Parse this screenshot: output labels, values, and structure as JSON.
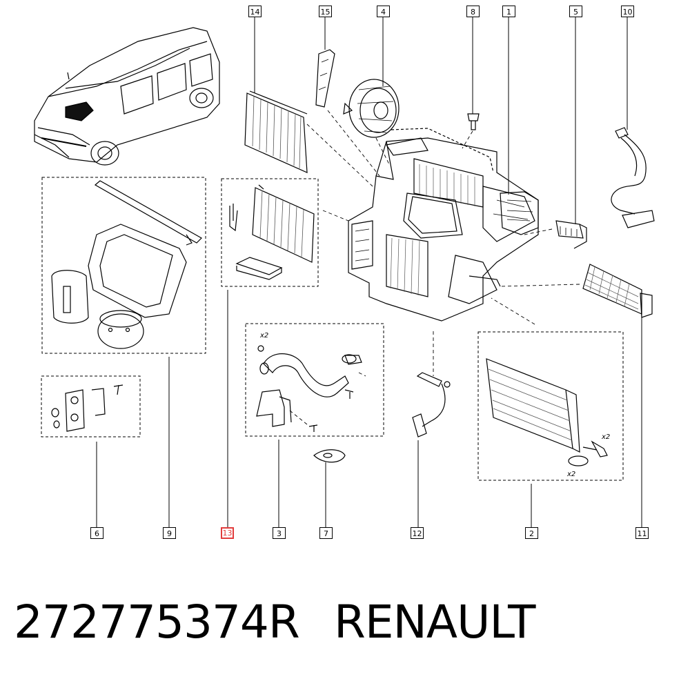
{
  "callouts": {
    "c14": "14",
    "c15": "15",
    "c4": "4",
    "c8": "8",
    "c1": "1",
    "c5": "5",
    "c10": "10",
    "c6": "6",
    "c9": "9",
    "c13": "13",
    "c3": "3",
    "c7": "7",
    "c12": "12",
    "c2": "2",
    "c11": "11"
  },
  "quantities": {
    "q1": "x2",
    "q2": "x2",
    "q3": "x2"
  },
  "footer": {
    "part_number": "272775374R",
    "brand": "RENAULT"
  },
  "colors": {
    "line": "#000000",
    "highlight": "#e23b3b",
    "hatch": "#555555"
  }
}
